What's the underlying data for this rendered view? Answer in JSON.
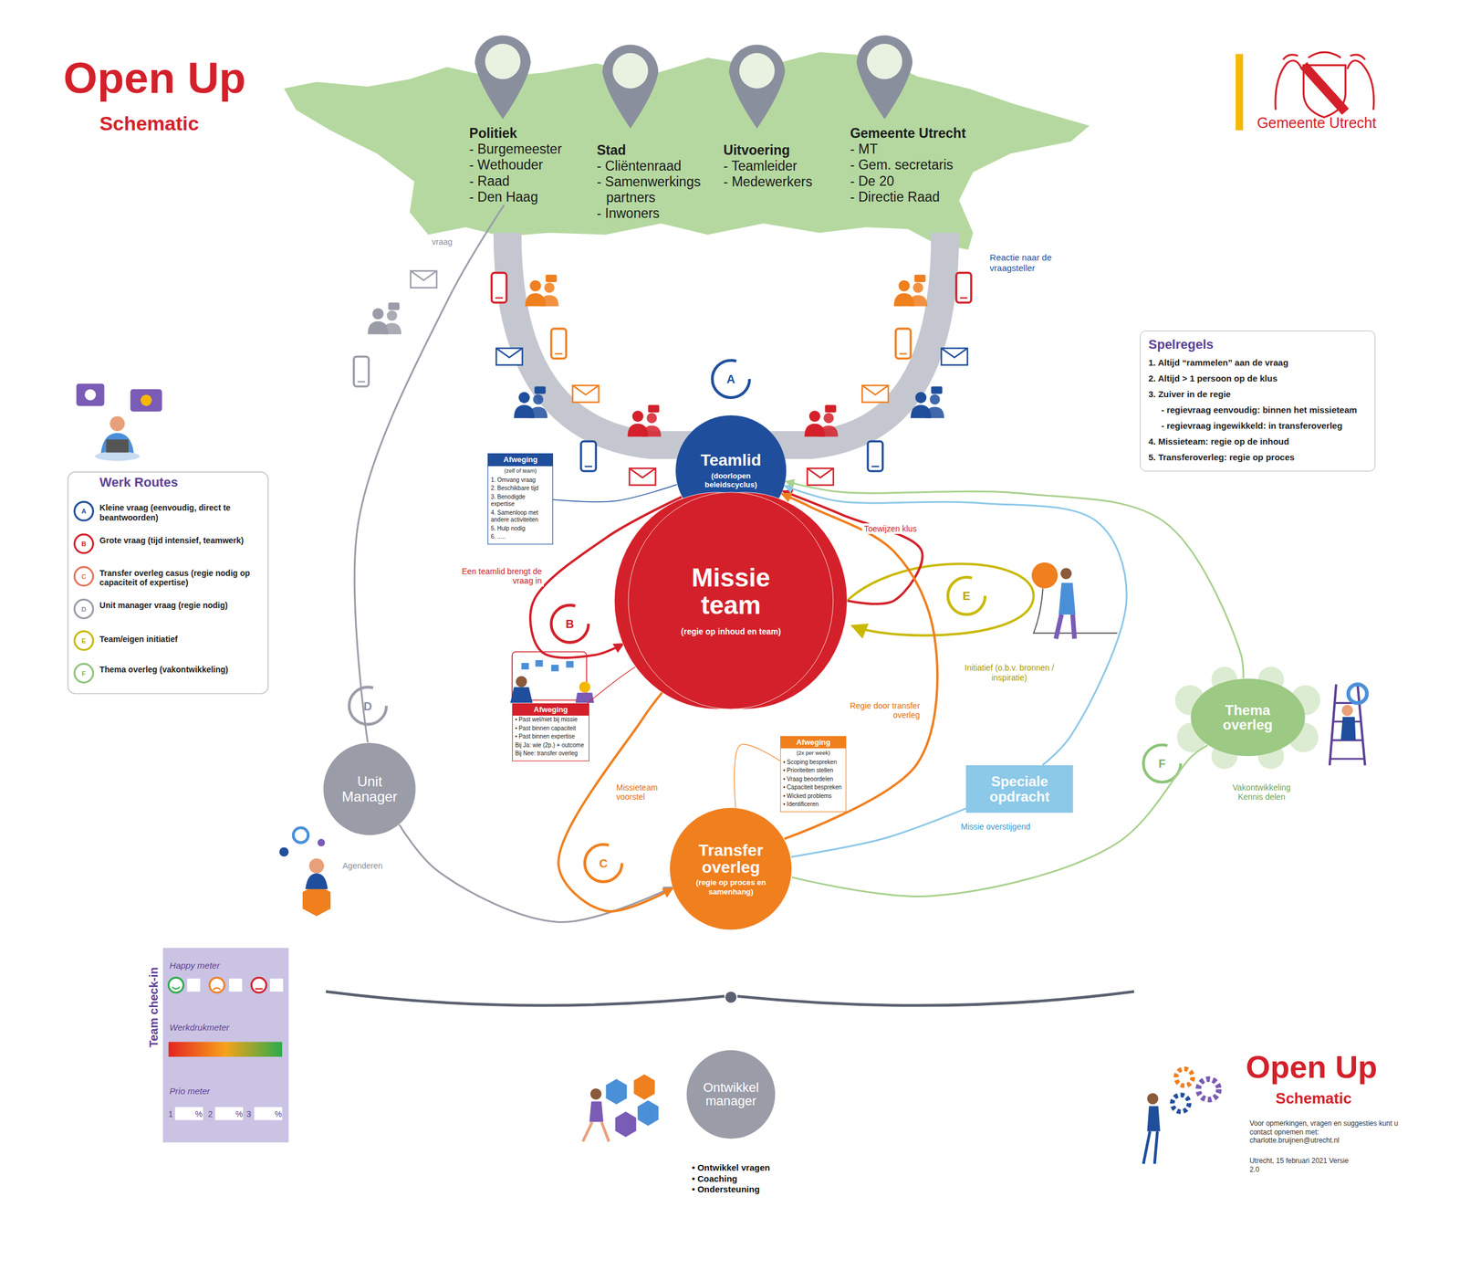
{
  "diagram": {
    "title": "Open Up",
    "nodes": [
      {
        "text": [
          "Politiek",
          "- Burgemeester",
          "- Wethouder",
          "- Raad",
          "- Den Haag"
        ]
      },
      {
        "text": [
          "Stad",
          "- Cliëntenraad",
          "- Samenwerkings partners",
          "- Inwoners"
        ]
      },
      {
        "text": [
          "Uitvoering",
          "- Teamleider",
          "- Medewerkers"
        ]
      },
      {
        "text": [
          "Gemeente Utrecht",
          "- MT",
          "- Gem. secretaris",
          "- De 20",
          "- Directie Raad"
        ]
      },
      {
        "text": [
          "Teamlid",
          "(doorlopen beleidscyclus)"
        ]
      },
      {
        "text": [
          "Missie team",
          "(regie op inhoud en team)"
        ]
      },
      {
        "text": [
          "Transfer overleg",
          "(regie op proces en samenhang)"
        ]
      },
      {
        "text": [
          "Unit Manager"
        ]
      },
      {
        "text": [
          "Thema overleg"
        ]
      },
      {
        "text": [
          "Speciale opdracht"
        ]
      },
      {
        "text": [
          "Ontwikkel manager",
          "• Ontwikkel vragen",
          "• Coaching",
          "• Ondersteuning"
        ]
      },
      {
        "text": [
          "Afweging",
          "(zelf of team)",
          "1. Omvang vraag",
          "2. Beschikbare tijd",
          "3. Benodigde expertise",
          "4. Samenloop met andere activiteiten",
          "5. Hulp nodig",
          "6. ....."
        ]
      },
      {
        "text": [
          "Afweging",
          "• Past wel/niet bij missie",
          "• Past binnen capaciteit",
          "• Past binnen expertise",
          "Bij Ja: wie (2p.) + outcome",
          "Bij Nee: transfer overleg"
        ]
      },
      {
        "text": [
          "Afweging",
          "(2x per week)",
          "• Scoping bespreken",
          "• Prioriteiten stellen",
          "• Vraag beoordelen",
          "• Capaciteit bespreken",
          "• Wicked problems",
          "• Identificeren"
        ]
      },
      {
        "text": [
          "Spelregels",
          "1. Altijd “rammelen” aan de vraag",
          "2. Altijd > 1 persoon op de klus",
          "3. Zuiver in de regie",
          "- regievraag eenvoudig: binnen het missieteam",
          "- regievraag ingewikkeld: in transferoverleg",
          "4. Missieteam: regie op de inhoud",
          "5. Transferoverleg: regie op proces"
        ]
      },
      {
        "text": [
          "Team check-in",
          "Happy meter",
          "Werkdrukmeter",
          "Prio meter",
          "1",
          "%",
          "2",
          "%",
          "3",
          "%"
        ]
      }
    ],
    "edges": [
      {
        "from": 0,
        "to": 7,
        "label": "vraag",
        "arrow": "none"
      },
      {
        "from": 7,
        "to": 6,
        "label": "Agenderen",
        "arrow": "to"
      },
      {
        "from": 4,
        "to": 5,
        "label": "Een teamlid brengt de vraag in",
        "arrow": "to"
      },
      {
        "from": 5,
        "to": 4,
        "label": "Toewijzen klus",
        "arrow": "to"
      },
      {
        "from": 5,
        "to": 6,
        "label": "Missieteam voorstel",
        "arrow": "to"
      },
      {
        "from": 6,
        "to": 4,
        "label": "Regie door transfer overleg",
        "arrow": "to"
      },
      {
        "from": 6,
        "to": 9,
        "label": "Missie overstijgend",
        "arrow": "none"
      },
      {
        "from": 9,
        "to": 4,
        "arrow": "to"
      },
      {
        "from": 6,
        "to": 8,
        "label": "Vakontwikkeling Kennis delen",
        "arrow": "none"
      },
      {
        "from": 8,
        "to": 4,
        "arrow": "to"
      },
      {
        "from": 11,
        "to": 4,
        "arrow": "none"
      },
      {
        "from": 12,
        "to": 5,
        "arrow": "none"
      },
      {
        "from": 13,
        "to": 6,
        "arrow": "none"
      }
    ],
    "labels": [
      "Schematic",
      "Gemeente Utrecht",
      "Reactie naar de vraagsteller",
      "Werk Routes",
      "A",
      "B",
      "C",
      "D",
      "E",
      "F",
      "A",
      "B",
      "C",
      "D",
      "E",
      "F",
      "Initiatief (o.b.v. bronnen / inspiratie)",
      "Open Up",
      "Schematic",
      "Voor opmerkingen, vragen en suggesties kunt u contact opnemen met: charlotte.bruijnen@utrecht.nl",
      "Utrecht, 15 februari 2021 Versie 2.0"
    ],
    "legend": [
      {
        "text": "Kleine vraag (eenvoudig, direct te beantwoorden)"
      },
      {
        "text": "Grote vraag (tijd intensief, teamwerk)"
      },
      {
        "text": "Transfer overleg casus (regie nodig op capaciteit of expertise)"
      },
      {
        "text": "Unit manager vraag (regie nodig)"
      },
      {
        "text": "Team/eigen initiatief"
      },
      {
        "text": "Thema overleg (vakontwikkeling)"
      }
    ]
  }
}
